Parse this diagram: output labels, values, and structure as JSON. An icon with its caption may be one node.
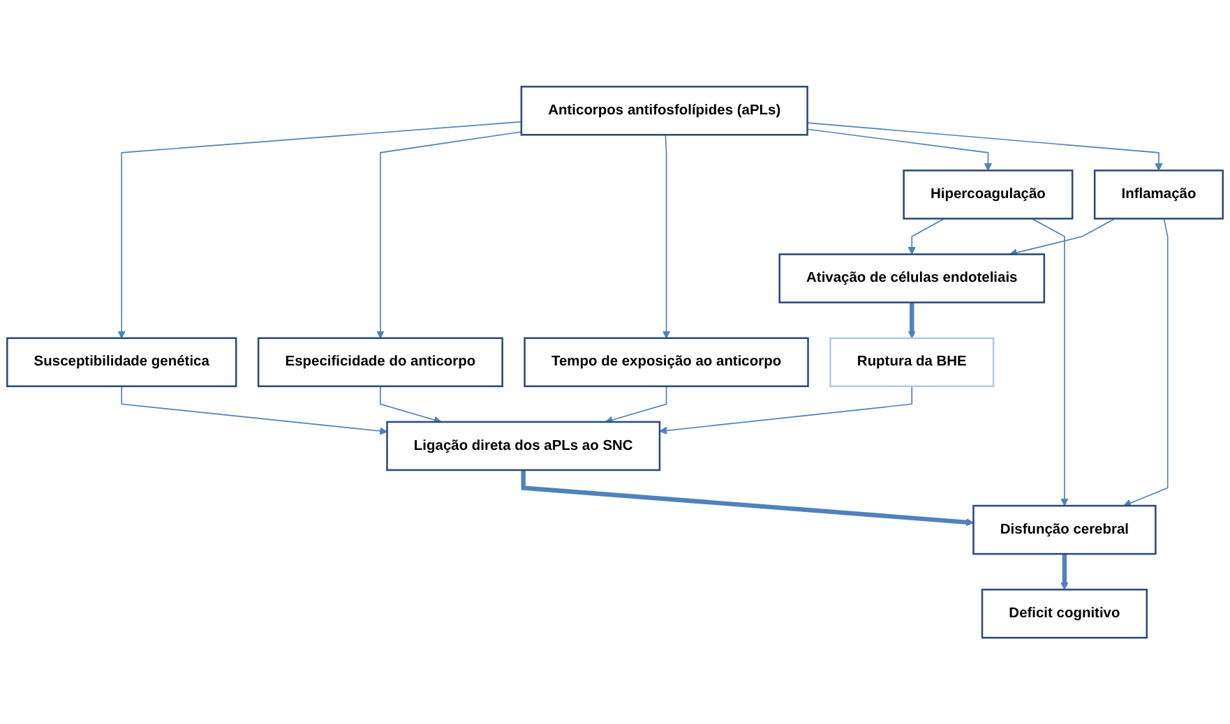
{
  "diagram": {
    "nodes": [
      {
        "text": [
          "Anticorpos antifosfolípides  (aPLs)"
        ]
      },
      {
        "text": [
          "Susceptibilidade genética"
        ]
      },
      {
        "text": [
          "Especificidade do anticorpo"
        ]
      },
      {
        "text": [
          "Tempo de exposição ao anticorpo"
        ]
      },
      {
        "text": [
          "Hipercoagulação"
        ]
      },
      {
        "text": [
          "Inflamação"
        ]
      },
      {
        "text": [
          "Ativação de células endoteliais"
        ]
      },
      {
        "text": [
          "Ruptura da BHE"
        ]
      },
      {
        "text": [
          "Ligação direta dos aPLs ao SNC"
        ]
      },
      {
        "text": [
          "Disfunção cerebral"
        ]
      },
      {
        "text": [
          "Deficit cognitivo"
        ]
      }
    ],
    "edges": [
      {
        "from": 0,
        "to": 1,
        "arrow": "to"
      },
      {
        "from": 0,
        "to": 2,
        "arrow": "to"
      },
      {
        "from": 0,
        "to": 3,
        "arrow": "to"
      },
      {
        "from": 0,
        "to": 4,
        "arrow": "to"
      },
      {
        "from": 0,
        "to": 5,
        "arrow": "to"
      },
      {
        "from": 1,
        "to": 8,
        "arrow": "to"
      },
      {
        "from": 2,
        "to": 8,
        "arrow": "to"
      },
      {
        "from": 3,
        "to": 8,
        "arrow": "to"
      },
      {
        "from": 4,
        "to": 6,
        "arrow": "to"
      },
      {
        "from": 5,
        "to": 6,
        "arrow": "to"
      },
      {
        "from": 6,
        "to": 7,
        "arrow": "to",
        "style": "thick"
      },
      {
        "from": 7,
        "to": 8,
        "arrow": "to"
      },
      {
        "from": 4,
        "to": 9,
        "arrow": "to"
      },
      {
        "from": 5,
        "to": 9,
        "arrow": "to"
      },
      {
        "from": 8,
        "to": 9,
        "arrow": "to",
        "style": "thick"
      },
      {
        "from": 9,
        "to": 10,
        "arrow": "to",
        "style": "thick"
      }
    ]
  }
}
